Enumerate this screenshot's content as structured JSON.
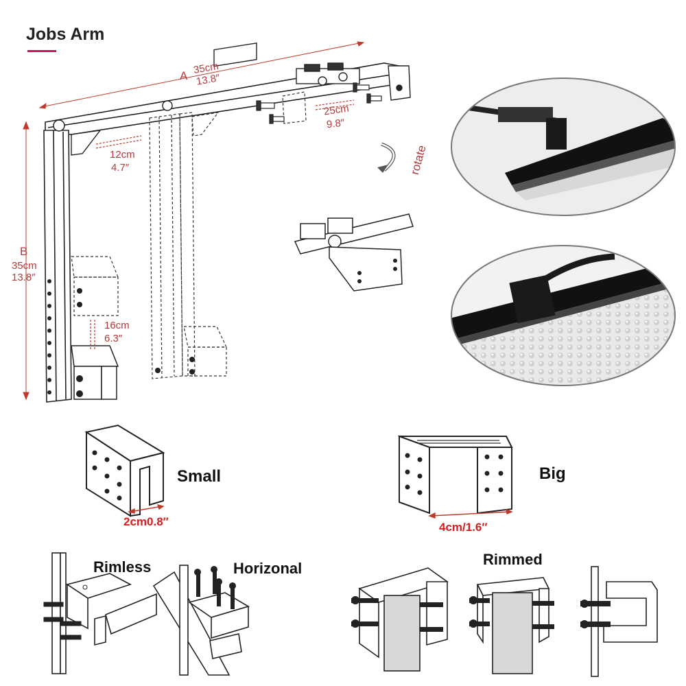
{
  "title": "Jobs Arm",
  "accent_color": "#c2185b",
  "dimension_color": "#b23a3a",
  "arm": {
    "dim_a_letter": "A",
    "dim_a_cm": "35cm",
    "dim_a_in": "13.8″",
    "dim_b_letter": "B",
    "dim_b_cm": "35cm",
    "dim_b_in": "13.8″",
    "dim_12_cm": "12cm",
    "dim_12_in": "4.7″",
    "dim_25_cm": "25cm",
    "dim_25_in": "9.8″",
    "dim_16_cm": "16cm",
    "dim_16_in": "6.3″",
    "rotate_label": "rotate"
  },
  "brackets": {
    "small_label": "Small",
    "small_dim": "2cm0.8″",
    "big_label": "Big",
    "big_dim": "4cm/1.6″"
  },
  "mounting": {
    "rimless_label": "Rimless",
    "horizontal_label": "Horizonal",
    "rimmed_label": "Rimmed"
  }
}
